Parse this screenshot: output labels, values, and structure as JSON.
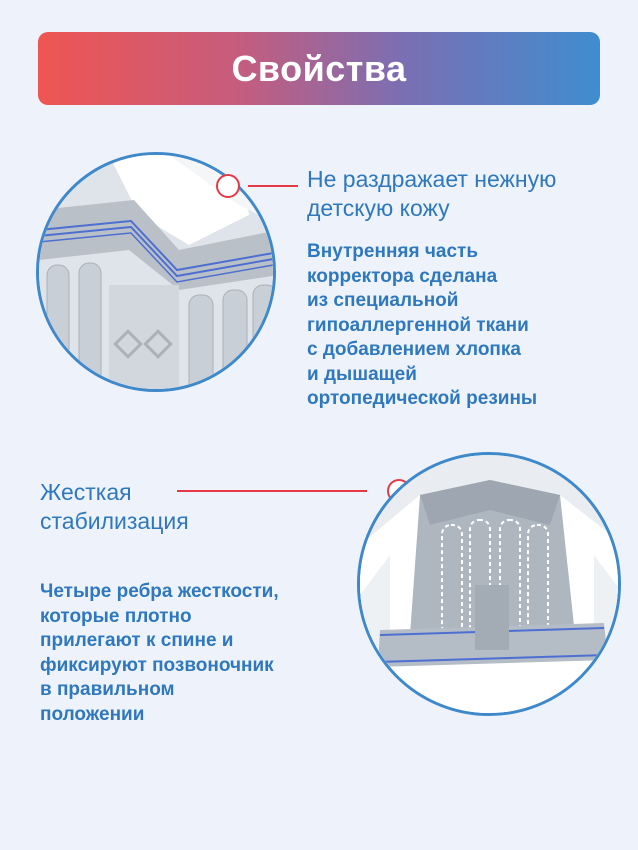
{
  "banner": {
    "title": "Свойства"
  },
  "feature1": {
    "heading": [
      "Не раздражает нежную",
      "детскую кожу"
    ],
    "body": [
      "Внутренняя часть",
      "корректора сделана",
      "из специальной",
      "гипоаллергенной ткани",
      "с добавлением хлопка",
      "и дышащей",
      "ортопедической резины"
    ],
    "image_icon": "corrector-fabric-closeup"
  },
  "feature2": {
    "heading": [
      "Жесткая",
      "стабилизация"
    ],
    "body": [
      "Четыре ребра жесткости,",
      "которые плотно",
      "прилегают к спине и",
      "фиксируют позвоночник",
      "в правильном",
      "положении"
    ],
    "image_icon": "corrector-back-view"
  },
  "colors": {
    "accent_blue": "#2f78bd",
    "marker_red": "#e63946",
    "gradient_start": "#ef5552",
    "gradient_end": "#3f8dcf",
    "background": "#eef3fb"
  }
}
